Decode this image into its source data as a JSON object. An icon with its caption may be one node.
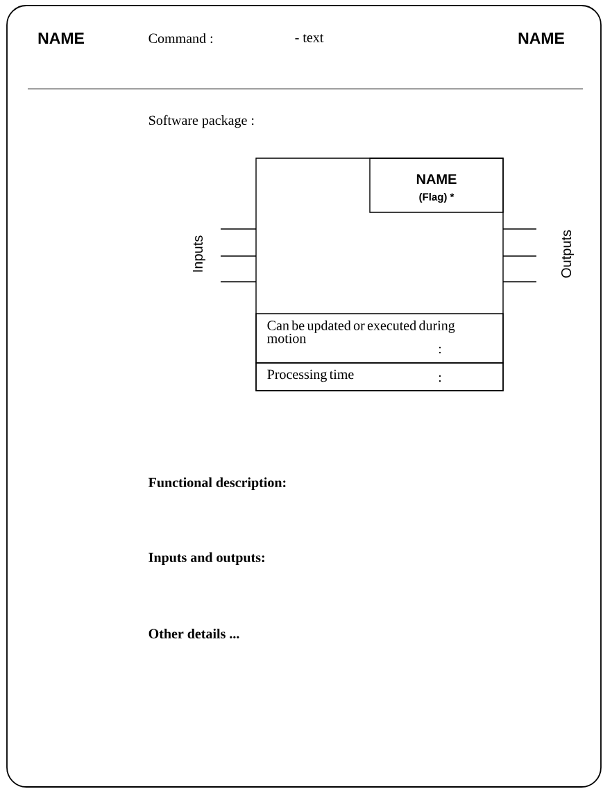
{
  "diagram": {
    "nodes": [
      {
        "text": [],
        "shape": "box"
      },
      {
        "text": [
          "NAME",
          "(Flag) *"
        ],
        "in": 0
      },
      {
        "text": [
          "Can be updated or executed during motion",
          ":"
        ],
        "in": 0
      },
      {
        "text": [
          "Processing time",
          ":"
        ],
        "in": 0
      }
    ],
    "labels": [
      "NAME",
      "Command :",
      "- text",
      "NAME",
      "Software package :",
      "Inputs",
      "Outputs",
      "Functional description:",
      "Inputs and outputs:",
      "Other details ..."
    ]
  }
}
